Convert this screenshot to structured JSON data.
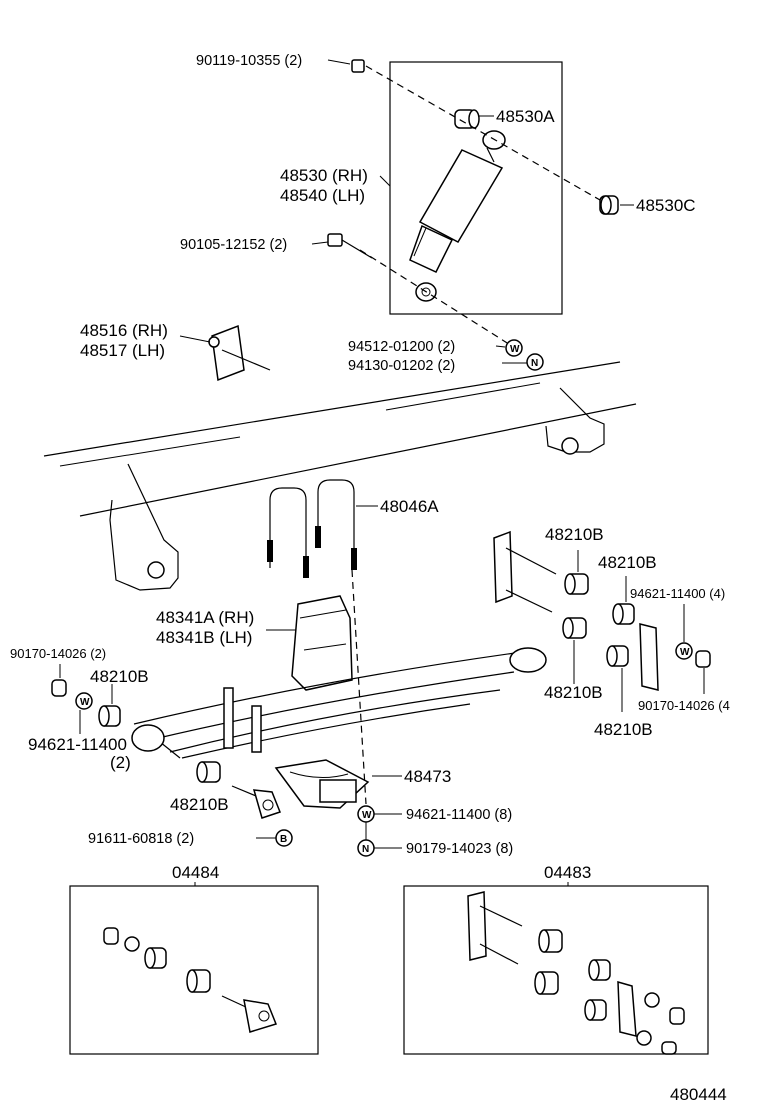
{
  "labels": {
    "bolt_top": "90119-10355 (2)",
    "bush_a": "48530A",
    "shock": "48530 (RH)",
    "shock_lh": "48540 (LH)",
    "bush_c": "48530C",
    "bolt_mid": "90105-12152 (2)",
    "bracket_rh": "48516 (RH)",
    "bracket_lh": "48517 (LH)",
    "washer_1": "94512-01200 (2)",
    "nut_1": "94130-01202 (2)",
    "ubolt": "48046A",
    "bush_210_top": "48210B",
    "bush_210_r2": "48210B",
    "washer_r": "94621-11400 (4)",
    "bumper_rh": "48341A (RH)",
    "bumper_lh": "48341B (LH)",
    "nut_l": "90170-14026 (2)",
    "bush_210_l": "48210B",
    "washer_l": "94621-11400",
    "washer_l_qty": "(2)",
    "bush_210_r3": "48210B",
    "nut_r": "90170-14026 (4",
    "bush_210_r4": "48210B",
    "plate": "48473",
    "bush_210_b": "48210B",
    "washer_b": "94621-11400 (8)",
    "bolt_b": "91611-60818 (2)",
    "nut_b": "90179-14023 (8)",
    "kit_left": "04484",
    "kit_right": "04483",
    "diagram_id": "480444"
  },
  "symbols": {
    "washer": "W",
    "nut": "N",
    "bolt": "B"
  }
}
